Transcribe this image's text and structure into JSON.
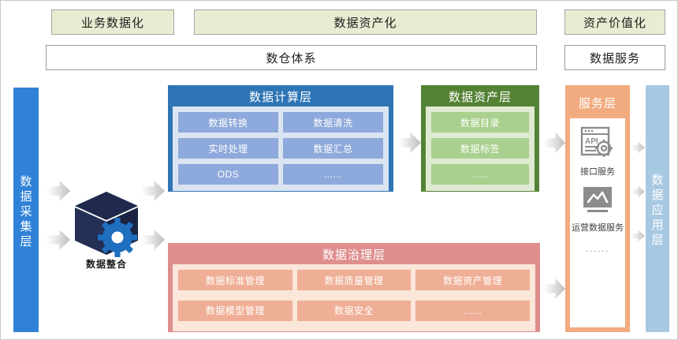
{
  "banner": {
    "chips": [
      {
        "label": "业务数据化"
      },
      {
        "label": "数据资产化"
      },
      {
        "label": "资产价值化"
      }
    ],
    "bars": [
      {
        "label": "数仓体系"
      },
      {
        "label": "数据服务"
      }
    ]
  },
  "collect_layer": {
    "label": "数据采集层",
    "chars": [
      "数",
      "据",
      "采",
      "集",
      "层"
    ],
    "color": "#3082d8"
  },
  "integrate": {
    "label": "数据整合",
    "icon": "cube-gear-icon",
    "cube_color": "#1f2a4d",
    "gear_color": "#1f6fc0"
  },
  "compute_layer": {
    "title": "数据计算层",
    "header_color": "#2e75b6",
    "body_color": "#dbe5f1",
    "cell_color": "#8ea9db",
    "cells": [
      "数据转换",
      "数据清洗",
      "实时处理",
      "数据汇总",
      "ODS",
      "......"
    ]
  },
  "asset_layer": {
    "title": "数据资产层",
    "header_color": "#548235",
    "body_color": "#dfead3",
    "cell_color": "#a9d08e",
    "cells": [
      "数据目录",
      "数据标签",
      "......"
    ]
  },
  "governance_layer": {
    "title": "数据治理层",
    "header_color": "#df8e8e",
    "body_color": "#fbe6da",
    "cell_color": "#efaf96",
    "cells": [
      "数据标准管理",
      "数据质量管理",
      "数据资产管理",
      "数据模型管理",
      "数据安全",
      "......"
    ]
  },
  "service_layer": {
    "title": "服务层",
    "border_color": "#f2a97e",
    "items": [
      {
        "icon": "api-window-icon",
        "label": "接口服务"
      },
      {
        "icon": "monitor-chart-icon",
        "label": "运营数据服务"
      }
    ],
    "more": "......"
  },
  "app_layer": {
    "label": "数据应用层",
    "chars": [
      "数",
      "据",
      "应",
      "用",
      "层"
    ],
    "color": "#a8c9e2"
  }
}
